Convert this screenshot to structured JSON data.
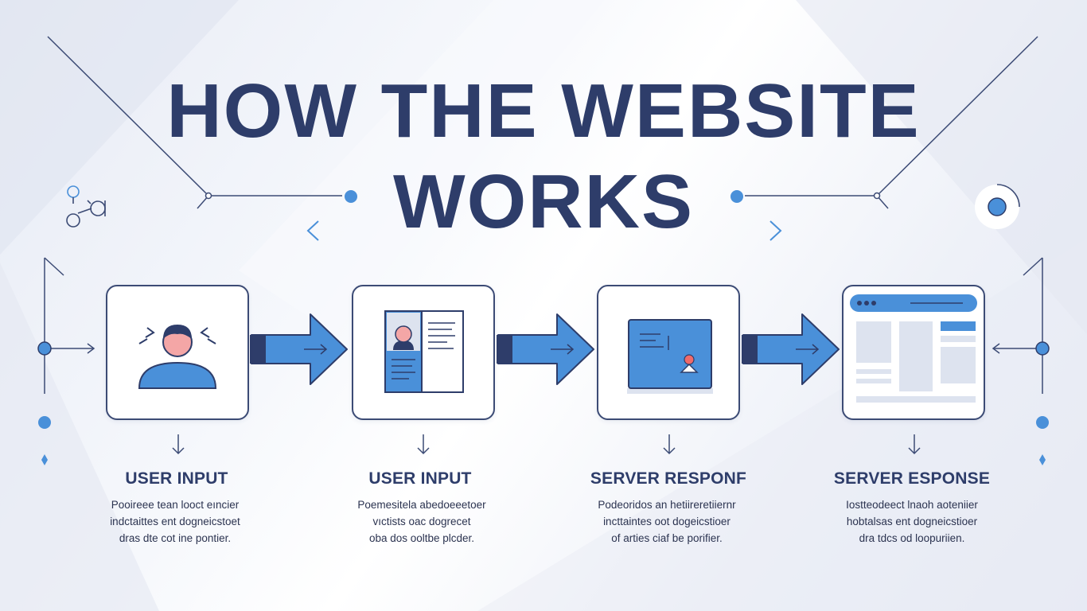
{
  "title": {
    "line1": "HOW THE WEBSITE",
    "line2": "WORKS"
  },
  "colors": {
    "navy": "#2e3d6a",
    "blue": "#4a90d9",
    "light_blue": "#5aa4e6",
    "background": "#eef1f8"
  },
  "steps": [
    {
      "icon": "user-icon",
      "title": "USER INPUT",
      "desc": [
        "Pooireee tean looct eıncier",
        "indctaittes ent dogneicstoet",
        "dras dte cot ine pontier."
      ]
    },
    {
      "icon": "profile-document-icon",
      "title": "USER INPUT",
      "desc": [
        "Poemesitela abedoeeetoer",
        "vıctists oac dogrecet",
        "oba dos ooltbe plcder."
      ]
    },
    {
      "icon": "server-screen-icon",
      "title": "SERVER RESPONF",
      "desc": [
        "Podeoridos an hetiireretiiernr",
        "incttaintes oot dogeicstioer",
        "of arties ciaf be porifier."
      ]
    },
    {
      "icon": "browser-window-icon",
      "title": "SERVER ESPONSE",
      "desc": [
        "Iostteodeect lnaoh aoteniier",
        "hobtalsas ent dogneicstioer",
        "dra tdcs od loopuriien."
      ]
    }
  ]
}
